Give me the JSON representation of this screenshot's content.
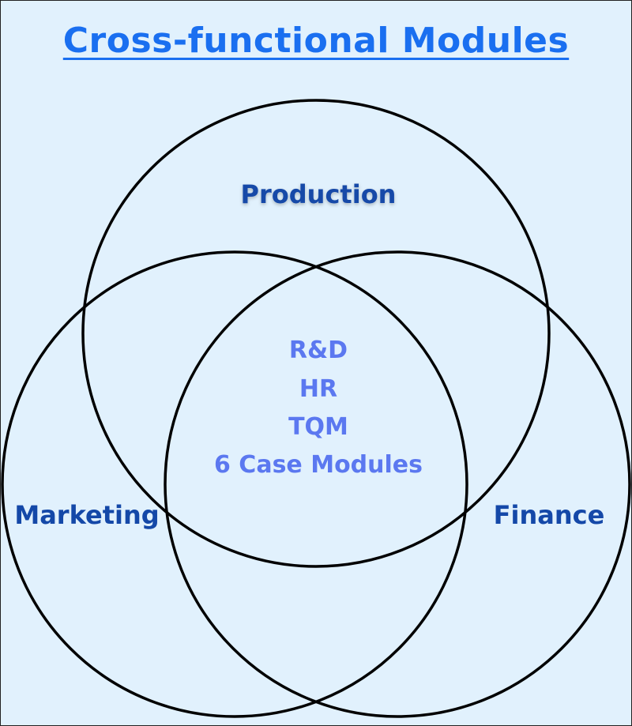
{
  "title": "Cross-functional Modules",
  "sets": {
    "production": "Production",
    "marketing": "Marketing",
    "finance": "Finance"
  },
  "center_items": [
    "R&D",
    "HR",
    "TQM",
    "6 Case Modules"
  ],
  "colors": {
    "background": "#e1f1fd",
    "title": "#1a6ff0",
    "set_label": "#1448a8",
    "center_text": "#5b78f0",
    "circle_stroke": "#000000"
  }
}
